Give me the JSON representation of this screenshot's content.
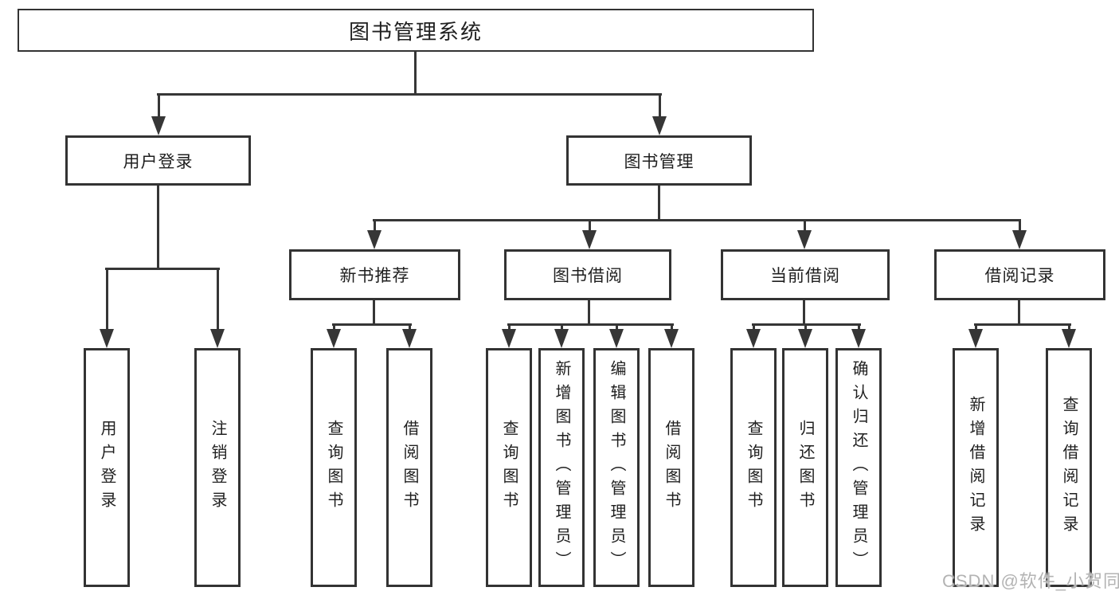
{
  "diagram": {
    "root": {
      "label": "图书管理系统"
    },
    "branches": [
      {
        "label": "用户登录",
        "children": [
          {
            "label": "用户登录"
          },
          {
            "label": "注销登录"
          }
        ]
      },
      {
        "label": "图书管理",
        "children": [
          {
            "label": "新书推荐",
            "children": [
              {
                "label": "查询图书"
              },
              {
                "label": "借阅图书"
              }
            ]
          },
          {
            "label": "图书借阅",
            "children": [
              {
                "label": "查询图书"
              },
              {
                "label": "新增图书（管理员）"
              },
              {
                "label": "编辑图书（管理员）"
              },
              {
                "label": "借阅图书"
              }
            ]
          },
          {
            "label": "当前借阅",
            "children": [
              {
                "label": "查询图书"
              },
              {
                "label": "归还图书"
              },
              {
                "label": "确认归还（管理员）"
              }
            ]
          },
          {
            "label": "借阅记录",
            "children": [
              {
                "label": "新增借阅记录"
              },
              {
                "label": "查询借阅记录"
              }
            ]
          }
        ]
      }
    ]
  },
  "watermark": {
    "text": "CSDN @软件_小贺同学"
  },
  "colors": {
    "line": "#363636",
    "border": "#333333",
    "text": "#1f1f1f",
    "watermark": "#b3b3b3",
    "background": "#ffffff"
  }
}
